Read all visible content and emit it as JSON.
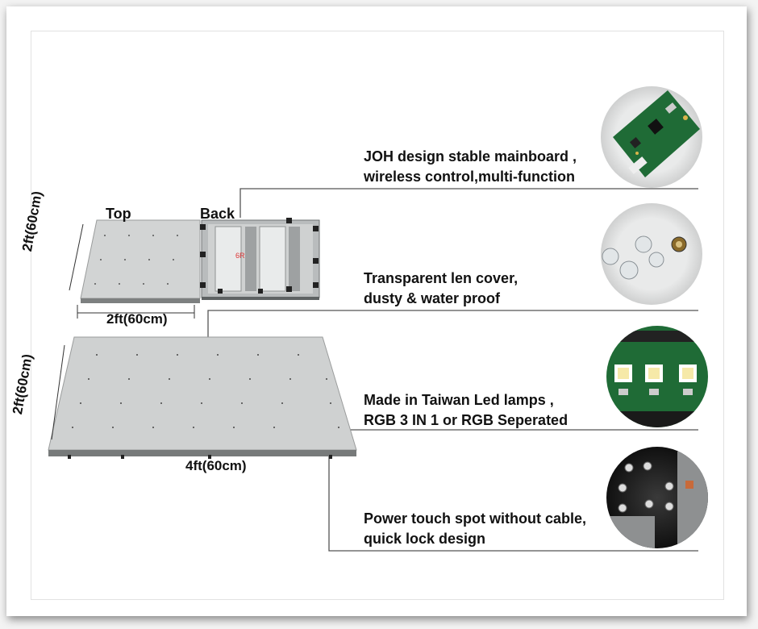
{
  "labels": {
    "top": "Top",
    "back": "Back"
  },
  "dimensions": {
    "small_side": "2ft(60cm)",
    "small_bottom": "2ft(60cm)",
    "large_side": "2ft(60cm)",
    "large_bottom": "4ft(60cm)"
  },
  "features": [
    {
      "line1": "JOH design stable mainboard ,",
      "line2": "wireless control,multi-function"
    },
    {
      "line1": "Transparent len cover,",
      "line2": "dusty & water proof"
    },
    {
      "line1": "Made in Taiwan Led lamps ,",
      "line2": "RGB 3 IN 1 or RGB Seperated"
    },
    {
      "line1": "Power touch spot without cable,",
      "line2": "quick lock design"
    }
  ],
  "back_panel_mark": "6R",
  "icons": [
    "mainboard-photo",
    "lens-cover-photo",
    "led-lamps-photo",
    "power-spot-photo"
  ]
}
